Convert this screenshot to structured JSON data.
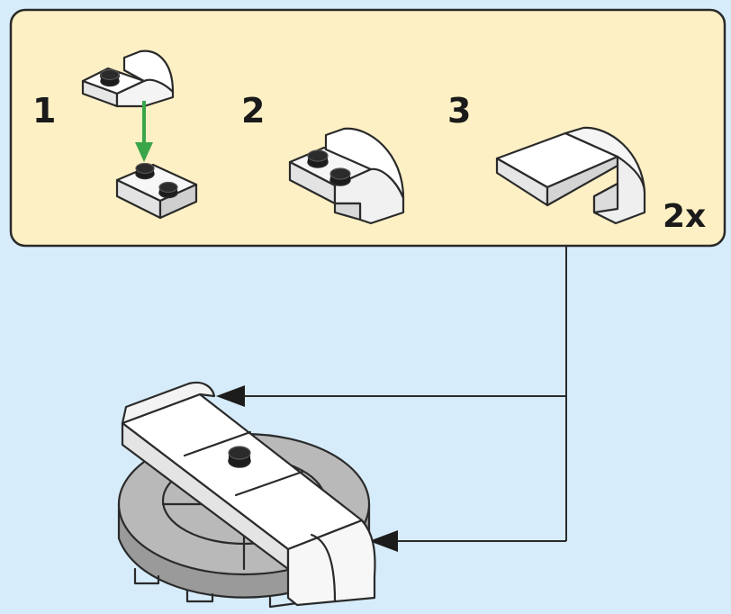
{
  "subassembly": {
    "steps": [
      {
        "number": "1"
      },
      {
        "number": "2"
      },
      {
        "number": "3",
        "multiplier": "2x"
      }
    ]
  },
  "colors": {
    "callout_fill": "#fdf0c4",
    "background": "#d6ecfb",
    "arrow_green": "#3aa64a",
    "brick_white": "#ffffff",
    "brick_grey": "#b7b7b7",
    "stud_black": "#1c1c1c"
  },
  "icons": {
    "placement_arrow": "green-arrow-down-icon",
    "attach_pointer": "black-arrow-left-icon"
  }
}
